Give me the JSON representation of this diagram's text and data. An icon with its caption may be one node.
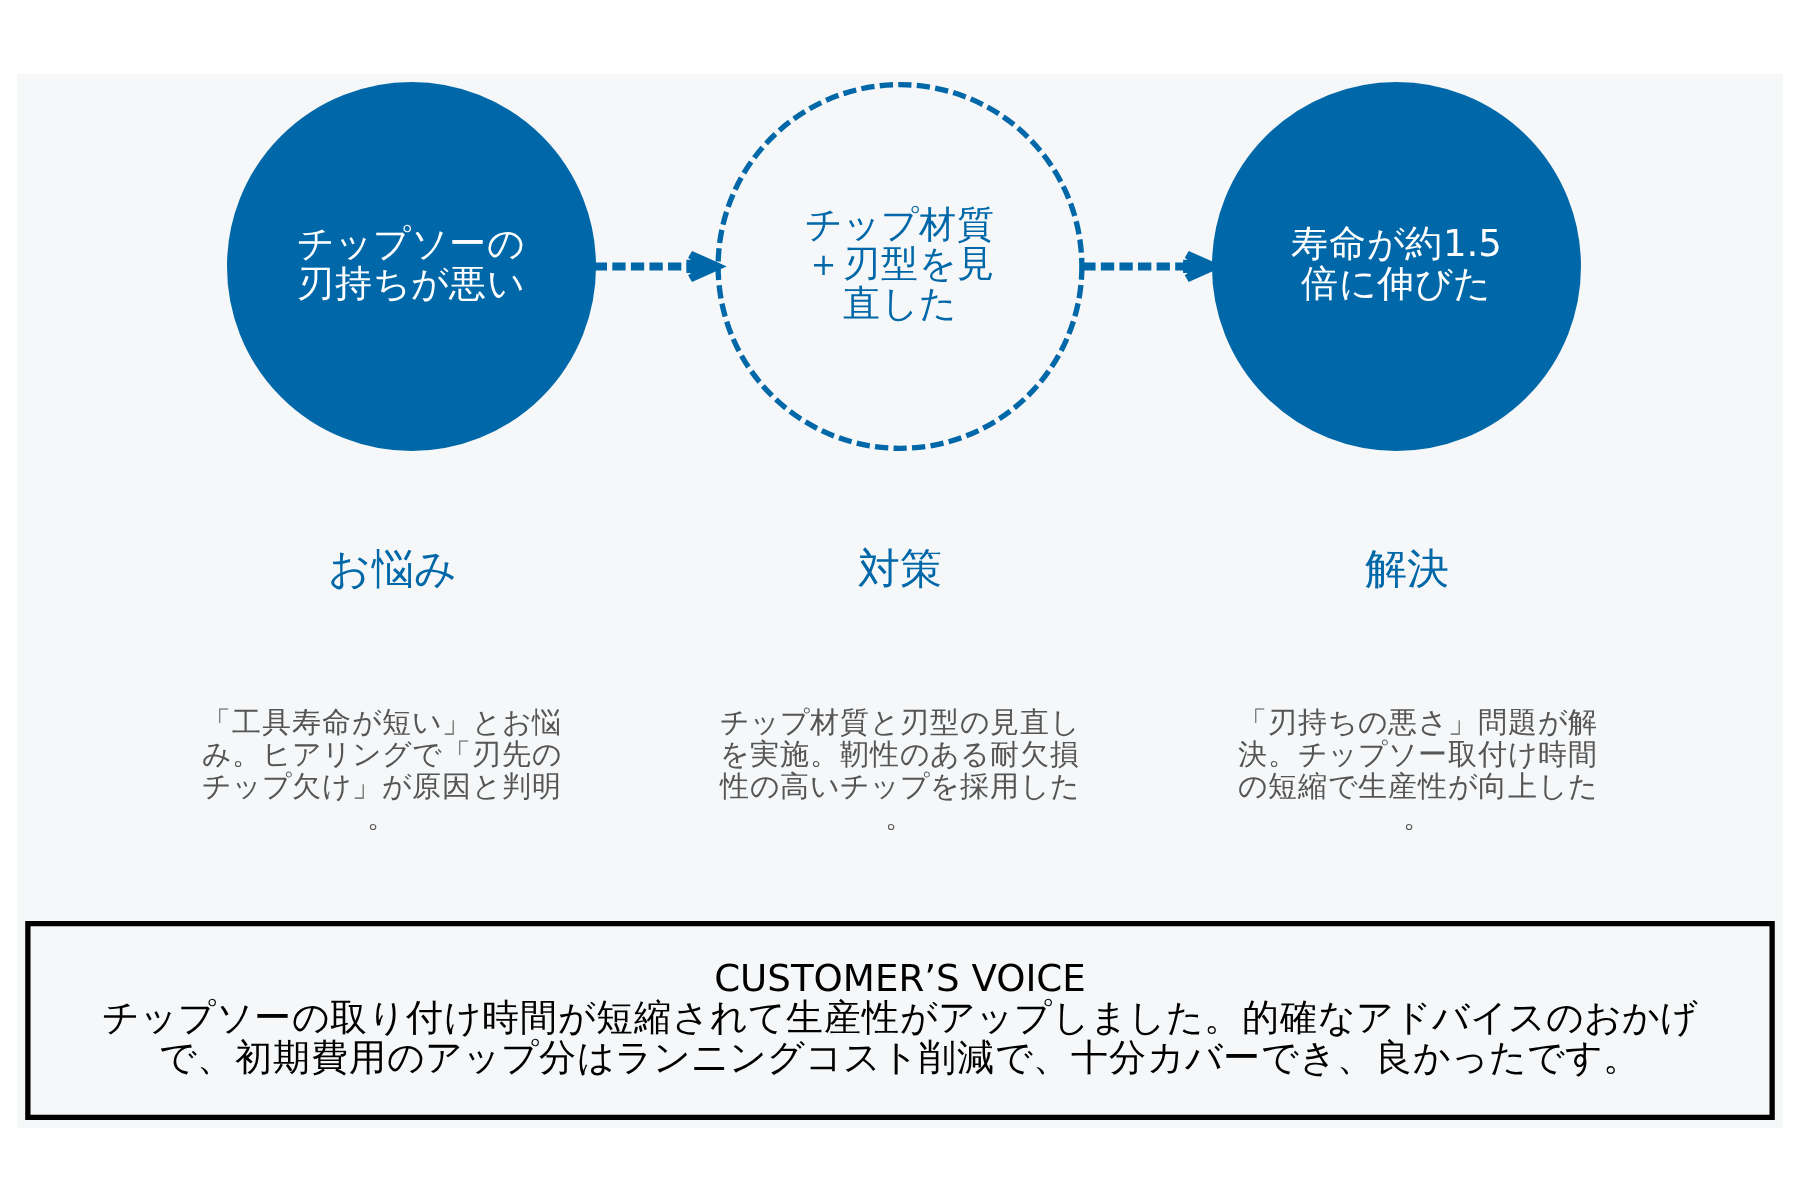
{
  "diagram": {
    "nodes": [
      {
        "text": [
          "チップソーの刃持ちが悪い"
        ],
        "beside": [
          "お悩み"
        ]
      },
      {
        "text": [
          "チップ材質＋刃型を見直した"
        ],
        "beside": [
          "対策"
        ]
      },
      {
        "text": [
          "寿命が約1.5倍に伸びた"
        ],
        "beside": [
          "解決"
        ]
      },
      {
        "text": [
          "CUSTOMER’S VOICE",
          "チップソーの取り付け時間が短縮されて生産性がアップしました。的確なアドバイスのおかげで、初期費用のアップ分はランニングコスト削減で、十分カバーでき、良かったです。"
        ]
      }
    ],
    "edges": [
      {
        "from": 0,
        "to": 1,
        "arrow": "to",
        "style": "dashed"
      },
      {
        "from": 1,
        "to": 2,
        "arrow": "to",
        "style": "dashed"
      }
    ],
    "labels": [
      "「工具寿命が短い」とお悩み。ヒアリングで「刃先のチップ欠け」が原因と判明。",
      "チップ材質と刃型の見直しを実施。靭性のある耐欠損性の高いチップを採用した。",
      "「刃持ちの悪さ」問題が解決。チップソー取付け時間の短縮で生産性が向上した。"
    ]
  }
}
